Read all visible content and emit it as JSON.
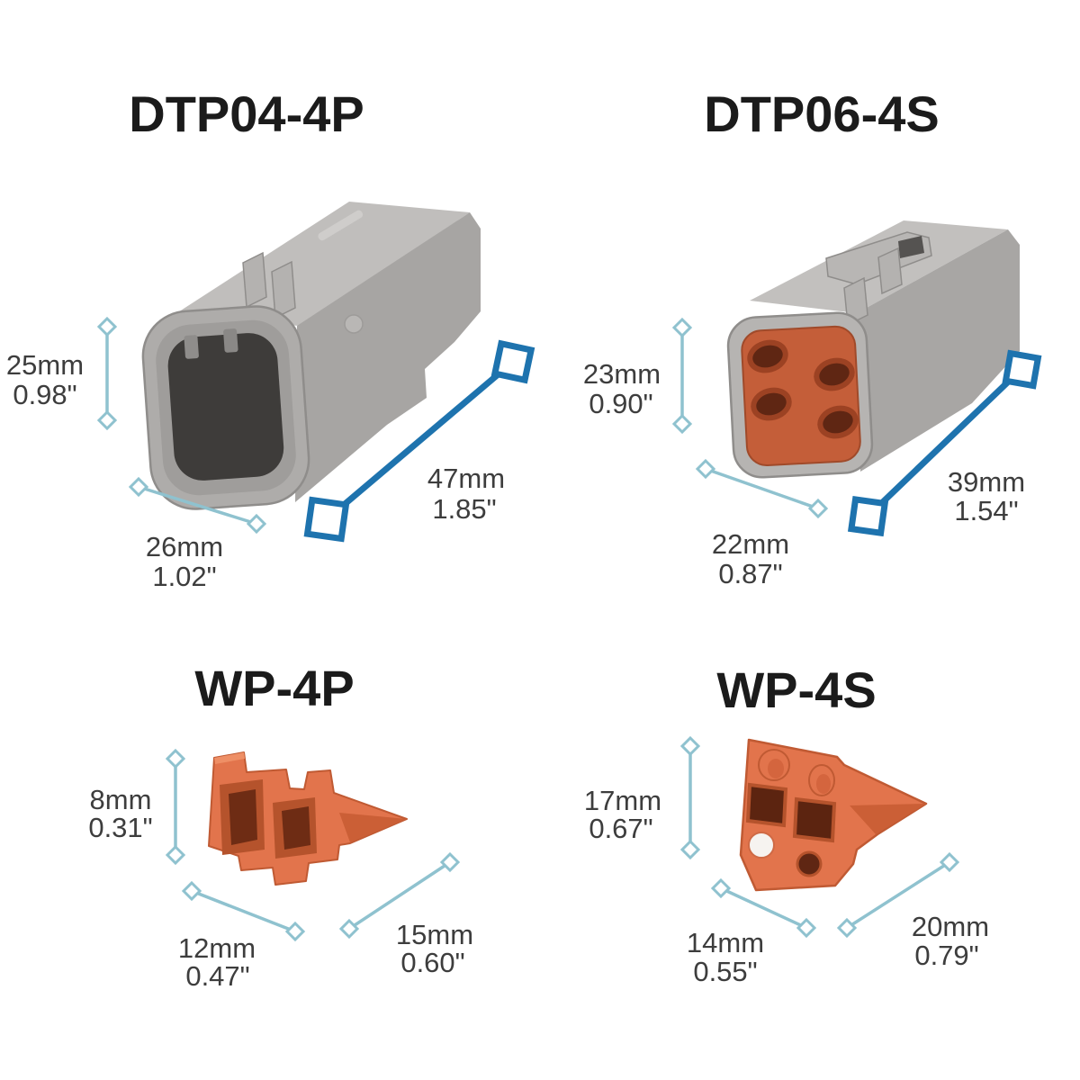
{
  "diagram_type": "connector-dimension-diagram",
  "colors": {
    "background": "#ffffff",
    "title_text": "#1b1b1b",
    "dimension_text": "#3d3d3d",
    "thin_dimension_line": "#8fc2cf",
    "thick_dimension_line": "#1e73ae",
    "connector_gray": "#a8a6a4",
    "connector_gray_light": "#c2c0be",
    "cavity_dark": "#3e3c3a",
    "seal_orange": "#c45e39",
    "wedge_orange": "#e2744c",
    "hole_dark": "#5f2613"
  },
  "sections": [
    {
      "id": "dtp04-4p",
      "title": "DTP04-4P",
      "dims": {
        "height": {
          "mm": "25mm",
          "inch": "0.98\""
        },
        "width": {
          "mm": "26mm",
          "inch": "1.02\""
        },
        "length": {
          "mm": "47mm",
          "inch": "1.85\""
        }
      }
    },
    {
      "id": "dtp06-4s",
      "title": "DTP06-4S",
      "dims": {
        "height": {
          "mm": "23mm",
          "inch": "0.90\""
        },
        "width": {
          "mm": "22mm",
          "inch": "0.87\""
        },
        "length": {
          "mm": "39mm",
          "inch": "1.54\""
        }
      }
    },
    {
      "id": "wp-4p",
      "title": "WP-4P",
      "dims": {
        "height": {
          "mm": "8mm",
          "inch": "0.31\""
        },
        "width": {
          "mm": "12mm",
          "inch": "0.47\""
        },
        "length": {
          "mm": "15mm",
          "inch": "0.60\""
        }
      }
    },
    {
      "id": "wp-4s",
      "title": "WP-4S",
      "dims": {
        "height": {
          "mm": "17mm",
          "inch": "0.67\""
        },
        "width": {
          "mm": "14mm",
          "inch": "0.55\""
        },
        "length": {
          "mm": "20mm",
          "inch": "0.79\""
        }
      }
    }
  ]
}
